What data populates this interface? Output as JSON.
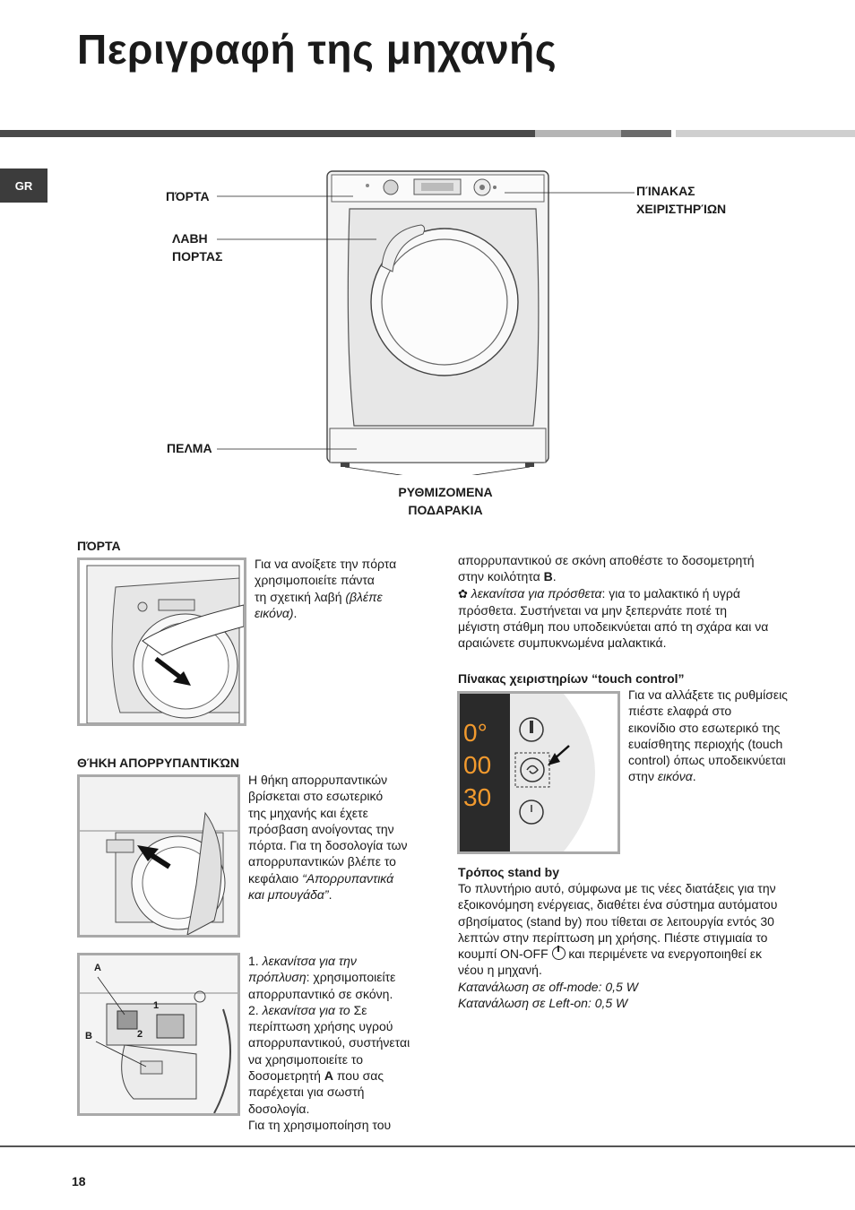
{
  "page": {
    "title": "Περιγραφή της μηχανής",
    "lang_tab": "GR",
    "page_number": "18"
  },
  "diagram": {
    "label_door": "ΠΌΡΤΑ",
    "label_handle_1": "ΛΑΒΗ",
    "label_handle_2": "ΠΟΡΤΑΣ",
    "label_panel_1": "ΠΊΝΑΚΑΣ",
    "label_panel_2": "ΧΕΙΡΙΣΤΗΡΊΩΝ",
    "label_plinth": "ΠΕΛΜΑ",
    "label_feet_1": "ΡΥΘΜΙΖΟΜΕΝΑ",
    "label_feet_2": "ΠΟΔΑΡΑΚΙΑ"
  },
  "door": {
    "heading": "ΠΌΡΤΑ",
    "line1": "Για να ανοίξετε την πόρτα",
    "line2": "χρησιμοποιείτε πάντα",
    "line3": "τη σχετική λαβή ",
    "line3_italic": "(βλέπε",
    "line4_italic": "εικόνα)",
    "line4_end": "."
  },
  "drawer": {
    "heading": "ΘΉΚΗ ΑΠΟΡΡΥΠΑΝΤΙΚΏΝ",
    "lines": [
      "Η θήκη απορρυπαντικών",
      "βρίσκεται στο εσωτερικό",
      "της μηχανής και έχετε",
      "πρόσβαση ανοίγοντας την",
      "πόρτα. Για τη δοσολογία των",
      "απορρυπαντικών βλέπε το",
      "κεφάλαιο "
    ],
    "italic_ref_1": "“Απορρυπαντικά",
    "italic_ref_2": "και μπουγάδα”",
    "italic_ref_end": "."
  },
  "compartments": {
    "fig_label_a": "A",
    "fig_label_b": "B",
    "fig_label_1": "1",
    "fig_label_2": "2",
    "item1_num": "1. ",
    "item1_italic_1": "λεκανίτσα για την",
    "item1_italic_2": "πρόπλυση",
    "item1_rest_1": ": χρησιμοποιείτε",
    "item1_rest_2": "απορρυπαντικό σε σκόνη.",
    "item2_num": "2. ",
    "item2_italic": "λεκανίτσα για το",
    "item2_rest_1": " Σε",
    "item2_lines": [
      "περίπτωση χρήσης υγρού",
      "απορρυπαντικού, συστήνεται",
      "να χρησιμοποιείτε το"
    ],
    "item2_dos_pre": "δοσομετρητή ",
    "item2_dos_bold": "A",
    "item2_dos_post": " που σας",
    "item2_lines2": [
      "παρέχεται για σωστή",
      "δοσολογία.",
      "Για τη χρησιμοποίηση του"
    ],
    "col2_line1": "απορρυπαντικού σε σκόνη αποθέστε το δοσομετρητή",
    "col2_line2_pre": "στην κοιλότητα ",
    "col2_line2_bold": "B",
    "col2_line2_end": ".",
    "softener_italic": "λεκανίτσα για πρόσθετα",
    "softener_rest": ": για το μαλακτικό ή υγρά",
    "softener_lines": [
      "πρόσθετα. Συστήνεται να μην ξεπερνάτε ποτέ τη",
      "μέγιστη στάθμη που υποδεικνύεται από τη σχάρα και να",
      "αραιώνετε συμπυκνωμένα μαλακτικά."
    ]
  },
  "touch": {
    "heading": "Πίνακας χειριστηρίων “touch control”",
    "display_1": "0°",
    "display_2": "00",
    "display_3": "30",
    "lines": [
      "Για να αλλάξετε τις ρυθμίσεις",
      "πιέστε ελαφρά στο",
      "εικονίδιο στο εσωτερικό της",
      "ευαίσθητης περιοχής (touch",
      "control) όπως υποδεικνύεται"
    ],
    "last_pre": "στην ",
    "last_italic": "εικόνα",
    "last_end": "."
  },
  "standby": {
    "heading": "Τρόπος stand by",
    "lines": [
      "Το πλυντήριο αυτό, σύμφωνα με τις νέες διατάξεις για την",
      "εξοικονόμηση ενέργειας, διαθέτει ένα σύστημα αυτόματου",
      "σβησίματος (stand by) που τίθεται σε λειτουργία εντός 30",
      "λεπτών στην περίπτωση μη χρήσης. Πιέστε στιγμιαία το"
    ],
    "onoff_pre": "κουμπί ON-OFF ",
    "onoff_post": " και περιμένετε να ενεργοποιηθεί εκ",
    "line_last": "νέου η μηχανή.",
    "consumption_off": "Κατανάλωση σε off-mode: 0,5 W",
    "consumption_left": "Κατανάλωση σε Left-on: 0,5 W"
  },
  "colors": {
    "bar_dark": "#4a4a4a",
    "bar_light": "#b8b8b8",
    "tab_bg": "#3c3c3c",
    "figure_border": "#a9a9a9"
  }
}
